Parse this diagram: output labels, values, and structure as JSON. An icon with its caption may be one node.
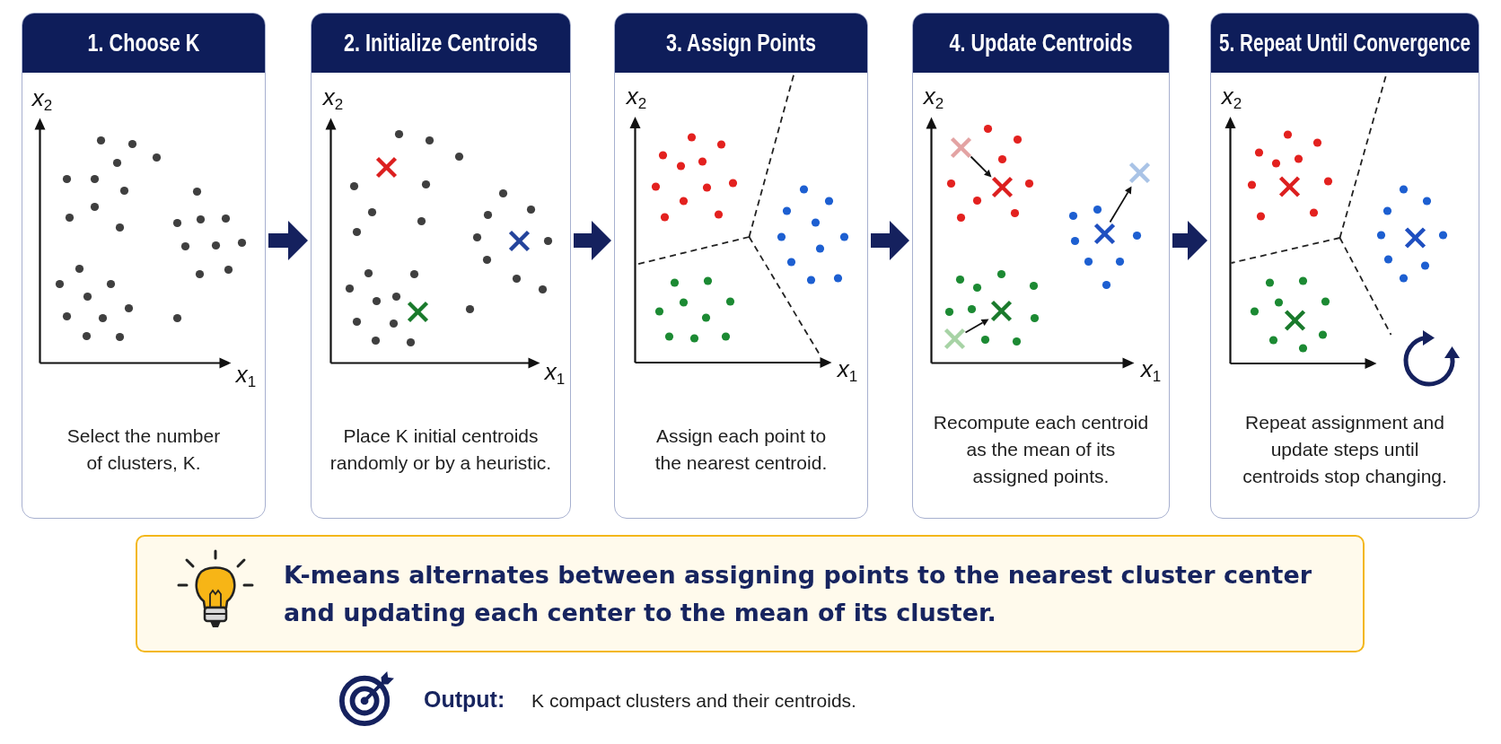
{
  "diagram": {
    "nodes": [
      {
        "text": [
          "1. Choose K",
          "Select the number of clusters, K."
        ]
      },
      {
        "text": [
          "2. Initialize Centroids",
          "Place K initial centroids randomly or by a heuristic."
        ]
      },
      {
        "text": [
          "3. Assign Points",
          "Assign each point to the nearest centroid."
        ]
      },
      {
        "text": [
          "4. Update Centroids",
          "Recompute each centroid as the mean of its assigned points."
        ]
      },
      {
        "text": [
          "5. Repeat Until Convergence",
          "Repeat assignment and update steps until centroids stop changing."
        ]
      },
      {
        "text": [
          "K-means alternates between assigning points to the nearest cluster center and updating each center to the mean of its cluster."
        ]
      }
    ],
    "edges": [
      {
        "from": 0,
        "to": 1,
        "arrow": "to"
      },
      {
        "from": 1,
        "to": 2,
        "arrow": "to"
      },
      {
        "from": 2,
        "to": 3,
        "arrow": "to"
      },
      {
        "from": 3,
        "to": 4,
        "arrow": "to"
      }
    ],
    "labels": [
      "*x*$_{2}$",
      "*x*$_{1}$",
      "*x*$_{2}$",
      "*x*$_{1}$",
      "*x*$_{2}$",
      "*x*$_{1}$",
      "*x*$_{2}$",
      "*x*$_{1}$",
      "*x*$_{2}$",
      "**Output:** K compact clusters and their centroids."
    ]
  }
}
